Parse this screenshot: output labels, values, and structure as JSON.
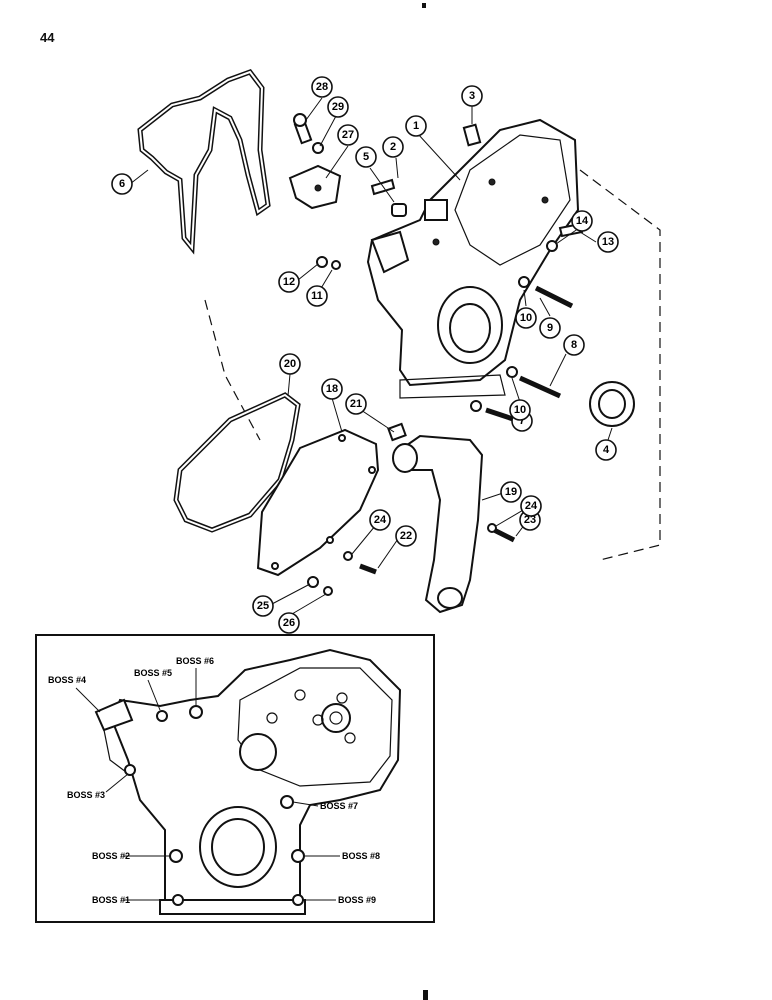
{
  "page": {
    "number": "44"
  },
  "callouts": [
    "1",
    "2",
    "3",
    "4",
    "5",
    "6",
    "7",
    "8",
    "9",
    "10",
    "10",
    "11",
    "12",
    "13",
    "14",
    "18",
    "19",
    "20",
    "21",
    "22",
    "23",
    "24",
    "24",
    "25",
    "26",
    "27",
    "28",
    "29"
  ],
  "inset": {
    "bosses": [
      "BOSS #1",
      "BOSS #2",
      "BOSS #3",
      "BOSS #4",
      "BOSS #5",
      "BOSS #6",
      "BOSS #7",
      "BOSS #8",
      "BOSS #9"
    ]
  }
}
